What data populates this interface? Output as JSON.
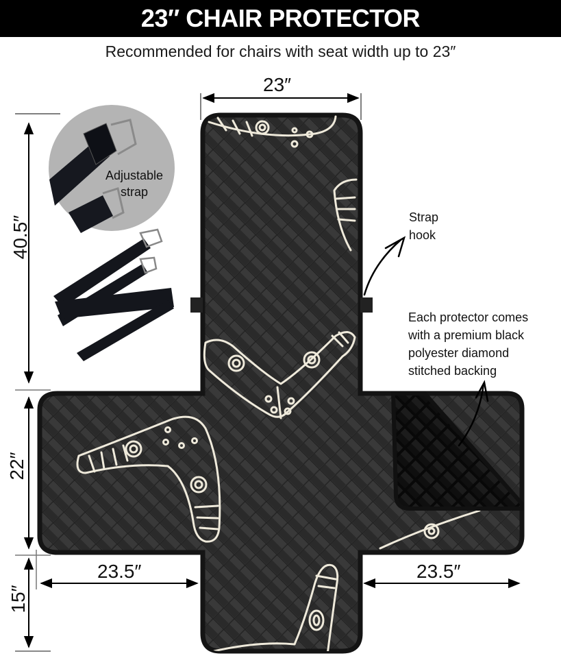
{
  "header": {
    "title": "23″ CHAIR PROTECTOR",
    "subtitle": "Recommended for chairs with seat width up to 23″"
  },
  "dimensions": {
    "top_width": "23″",
    "back_height": "40.5″",
    "seat_depth": "22″",
    "front_flap": "15″",
    "left_arm": "23.5″",
    "right_arm": "23.5″"
  },
  "callouts": {
    "strap_inset": {
      "line1": "Adjustable",
      "line2": "strap"
    },
    "strap_hook": {
      "line1": "Strap",
      "line2": "hook"
    },
    "backing": {
      "lines": [
        "Each protector comes",
        "with a premium black",
        "polyester diamond",
        "stitched backing"
      ]
    }
  },
  "colors": {
    "title_bg": "#000000",
    "title_text": "#ffffff",
    "fabric": "#2e2e2e",
    "fabric_border": "#141414",
    "backing": "#0d0d0d",
    "pattern_line": "#efeadb",
    "inset_circle": "#b4b4b4"
  },
  "pattern": {
    "motif": "boomerang"
  }
}
